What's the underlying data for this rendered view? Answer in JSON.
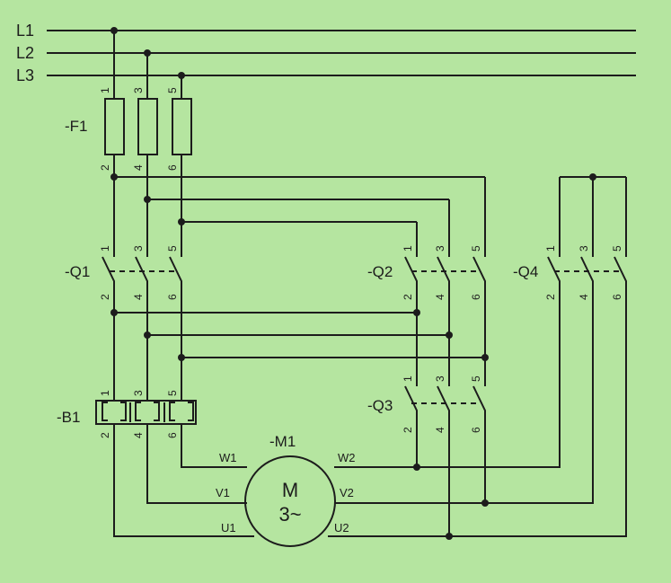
{
  "lines": [
    "L1",
    "L2",
    "L3"
  ],
  "fuse": {
    "tag": "-F1",
    "top": [
      "1",
      "3",
      "5"
    ],
    "bottom": [
      "2",
      "4",
      "6"
    ]
  },
  "q1": {
    "tag": "-Q1",
    "top": [
      "1",
      "3",
      "5"
    ],
    "bottom": [
      "2",
      "4",
      "6"
    ]
  },
  "q2": {
    "tag": "-Q2",
    "top": [
      "1",
      "3",
      "5"
    ],
    "bottom": [
      "2",
      "4",
      "6"
    ]
  },
  "q3": {
    "tag": "-Q3",
    "top": [
      "1",
      "3",
      "5"
    ],
    "bottom": [
      "2",
      "4",
      "6"
    ]
  },
  "q4": {
    "tag": "-Q4",
    "top": [
      "1",
      "3",
      "5"
    ],
    "bottom": [
      "2",
      "4",
      "6"
    ]
  },
  "relay": {
    "tag": "-B1",
    "top": [
      "1",
      "3",
      "5"
    ],
    "bottom": [
      "2",
      "4",
      "6"
    ]
  },
  "motor": {
    "tag": "-M1",
    "symbol": "M",
    "phase": "3~",
    "terminals": {
      "w1": "W1",
      "v1": "V1",
      "u1": "U1",
      "w2": "W2",
      "v2": "V2",
      "u2": "U2"
    }
  },
  "colors": {
    "background": "#b5e5a0",
    "wire": "#1c1c1c"
  }
}
